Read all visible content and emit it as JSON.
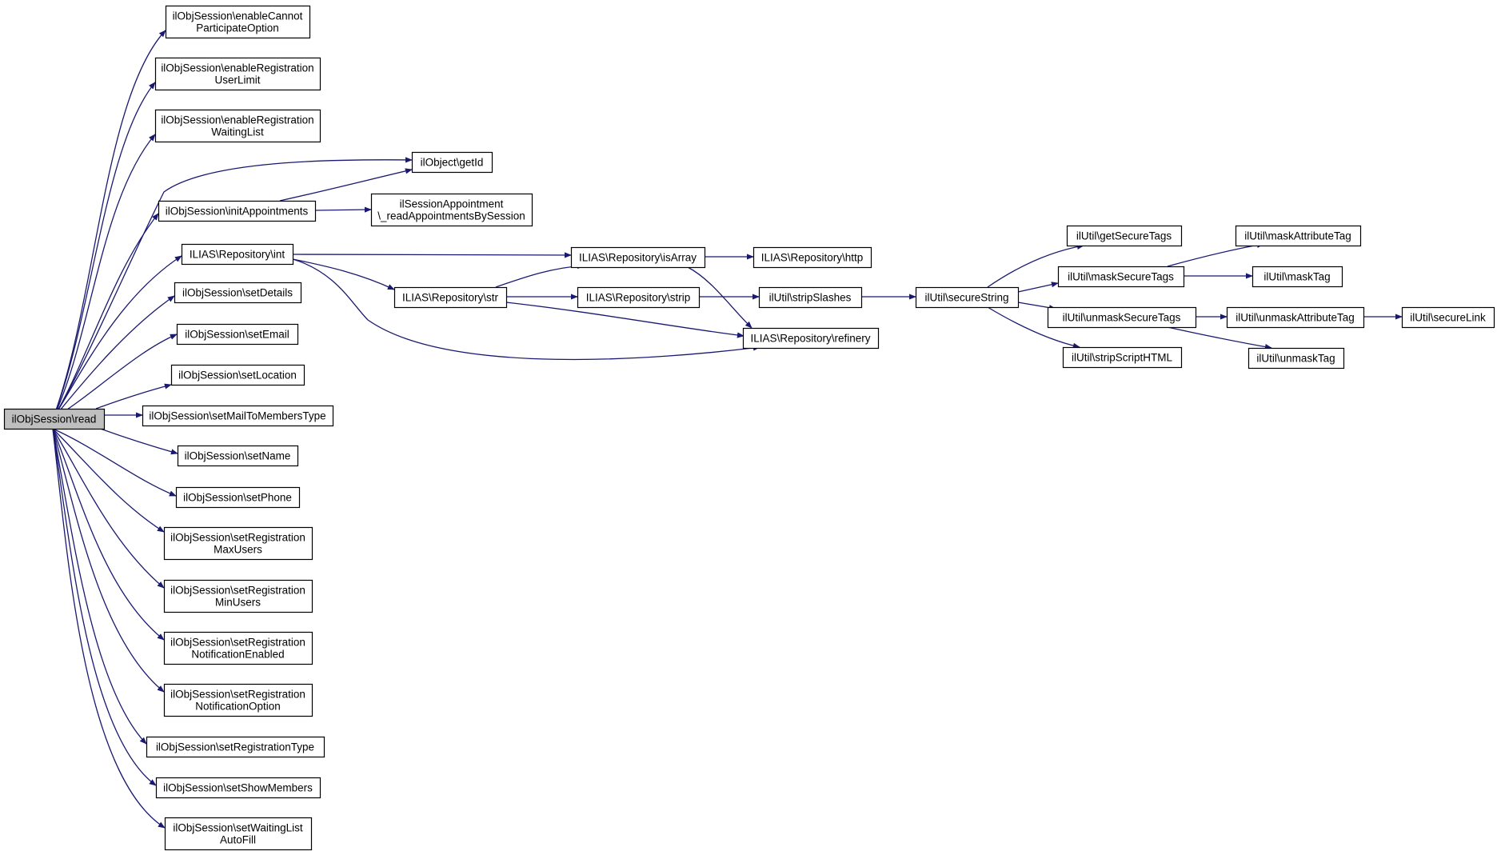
{
  "nodes": [
    {
      "id": "read",
      "lines": [
        "ilObjSession\\read"
      ],
      "fill": "#bfbfbf"
    },
    {
      "id": "enableCannot",
      "lines": [
        "ilObjSession\\enableCannot",
        "ParticipateOption"
      ]
    },
    {
      "id": "enableRegUserLimit",
      "lines": [
        "ilObjSession\\enableRegistration",
        "UserLimit"
      ]
    },
    {
      "id": "enableRegWaiting",
      "lines": [
        "ilObjSession\\enableRegistration",
        "WaitingList"
      ]
    },
    {
      "id": "getId",
      "lines": [
        "ilObject\\getId"
      ]
    },
    {
      "id": "initAppointments",
      "lines": [
        "ilObjSession\\initAppointments"
      ]
    },
    {
      "id": "readAppointments",
      "lines": [
        "ilSessionAppointment",
        "\\_readAppointmentsBySession"
      ]
    },
    {
      "id": "repoInt",
      "lines": [
        "ILIAS\\Repository\\int"
      ]
    },
    {
      "id": "setDetails",
      "lines": [
        "ilObjSession\\setDetails"
      ]
    },
    {
      "id": "setEmail",
      "lines": [
        "ilObjSession\\setEmail"
      ]
    },
    {
      "id": "setLocation",
      "lines": [
        "ilObjSession\\setLocation"
      ]
    },
    {
      "id": "setMailTo",
      "lines": [
        "ilObjSession\\setMailToMembersType"
      ]
    },
    {
      "id": "setName",
      "lines": [
        "ilObjSession\\setName"
      ]
    },
    {
      "id": "setPhone",
      "lines": [
        "ilObjSession\\setPhone"
      ]
    },
    {
      "id": "setRegMax",
      "lines": [
        "ilObjSession\\setRegistration",
        "MaxUsers"
      ]
    },
    {
      "id": "setRegMin",
      "lines": [
        "ilObjSession\\setRegistration",
        "MinUsers"
      ]
    },
    {
      "id": "setRegNotifEnabled",
      "lines": [
        "ilObjSession\\setRegistration",
        "NotificationEnabled"
      ]
    },
    {
      "id": "setRegNotifOption",
      "lines": [
        "ilObjSession\\setRegistration",
        "NotificationOption"
      ]
    },
    {
      "id": "setRegType",
      "lines": [
        "ilObjSession\\setRegistrationType"
      ]
    },
    {
      "id": "setShowMembers",
      "lines": [
        "ilObjSession\\setShowMembers"
      ]
    },
    {
      "id": "setWaitingAuto",
      "lines": [
        "ilObjSession\\setWaitingList",
        "AutoFill"
      ]
    },
    {
      "id": "repoStr",
      "lines": [
        "ILIAS\\Repository\\str"
      ]
    },
    {
      "id": "repoIsArray",
      "lines": [
        "ILIAS\\Repository\\isArray"
      ]
    },
    {
      "id": "repoStrip",
      "lines": [
        "ILIAS\\Repository\\strip"
      ]
    },
    {
      "id": "repoHttp",
      "lines": [
        "ILIAS\\Repository\\http"
      ]
    },
    {
      "id": "stripSlashes",
      "lines": [
        "ilUtil\\stripSlashes"
      ]
    },
    {
      "id": "repoRefinery",
      "lines": [
        "ILIAS\\Repository\\refinery"
      ]
    },
    {
      "id": "secureString",
      "lines": [
        "ilUtil\\secureString"
      ]
    },
    {
      "id": "getSecureTags",
      "lines": [
        "ilUtil\\getSecureTags"
      ]
    },
    {
      "id": "maskSecureTags",
      "lines": [
        "ilUtil\\maskSecureTags"
      ]
    },
    {
      "id": "unmaskSecureTags",
      "lines": [
        "ilUtil\\unmaskSecureTags"
      ]
    },
    {
      "id": "stripScriptHTML",
      "lines": [
        "ilUtil\\stripScriptHTML"
      ]
    },
    {
      "id": "maskAttributeTag",
      "lines": [
        "ilUtil\\maskAttributeTag"
      ]
    },
    {
      "id": "maskTag",
      "lines": [
        "ilUtil\\maskTag"
      ]
    },
    {
      "id": "unmaskAttributeTag",
      "lines": [
        "ilUtil\\unmaskAttributeTag"
      ]
    },
    {
      "id": "unmaskTag",
      "lines": [
        "ilUtil\\unmaskTag"
      ]
    },
    {
      "id": "secureLink",
      "lines": [
        "ilUtil\\secureLink"
      ]
    }
  ],
  "edges": [
    [
      "read",
      "enableCannot"
    ],
    [
      "read",
      "enableRegUserLimit"
    ],
    [
      "read",
      "enableRegWaiting"
    ],
    [
      "read",
      "getId"
    ],
    [
      "read",
      "initAppointments"
    ],
    [
      "read",
      "repoInt"
    ],
    [
      "read",
      "setDetails"
    ],
    [
      "read",
      "setEmail"
    ],
    [
      "read",
      "setLocation"
    ],
    [
      "read",
      "setMailTo"
    ],
    [
      "read",
      "setName"
    ],
    [
      "read",
      "setPhone"
    ],
    [
      "read",
      "setRegMax"
    ],
    [
      "read",
      "setRegMin"
    ],
    [
      "read",
      "setRegNotifEnabled"
    ],
    [
      "read",
      "setRegNotifOption"
    ],
    [
      "read",
      "setRegType"
    ],
    [
      "read",
      "setShowMembers"
    ],
    [
      "read",
      "setWaitingAuto"
    ],
    [
      "initAppointments",
      "getId"
    ],
    [
      "initAppointments",
      "readAppointments"
    ],
    [
      "repoInt",
      "repoIsArray"
    ],
    [
      "repoInt",
      "repoStr"
    ],
    [
      "repoInt",
      "repoRefinery"
    ],
    [
      "repoStr",
      "repoIsArray"
    ],
    [
      "repoStr",
      "repoStrip"
    ],
    [
      "repoStr",
      "repoRefinery"
    ],
    [
      "repoIsArray",
      "repoHttp"
    ],
    [
      "repoIsArray",
      "repoRefinery"
    ],
    [
      "repoStrip",
      "stripSlashes"
    ],
    [
      "stripSlashes",
      "secureString"
    ],
    [
      "secureString",
      "getSecureTags"
    ],
    [
      "secureString",
      "maskSecureTags"
    ],
    [
      "secureString",
      "unmaskSecureTags"
    ],
    [
      "secureString",
      "stripScriptHTML"
    ],
    [
      "maskSecureTags",
      "maskAttributeTag"
    ],
    [
      "maskSecureTags",
      "maskTag"
    ],
    [
      "unmaskSecureTags",
      "unmaskAttributeTag"
    ],
    [
      "unmaskSecureTags",
      "unmaskTag"
    ],
    [
      "unmaskAttributeTag",
      "secureLink"
    ]
  ],
  "colors": {
    "edge": "#191970",
    "border": "#000000",
    "root_fill": "#bfbfbf",
    "node_fill": "#ffffff"
  }
}
